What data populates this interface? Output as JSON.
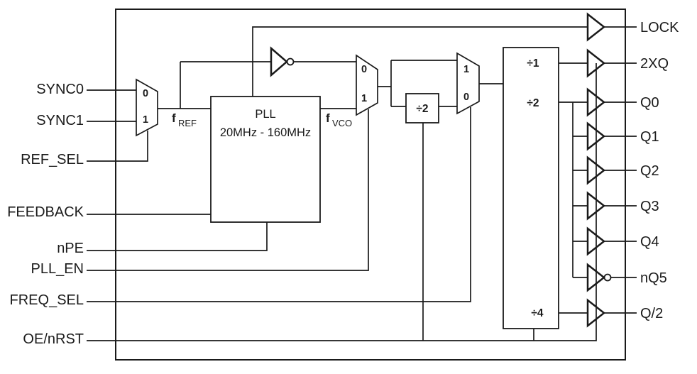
{
  "colors": {
    "line": "#1a1a1a",
    "background": "#ffffff"
  },
  "left_inputs": {
    "sync0": "SYNC0",
    "sync1": "SYNC1",
    "ref_sel": "REF_SEL",
    "feedback": "FEEDBACK",
    "npe": "nPE",
    "pll_en": "PLL_EN",
    "freq_sel": "FREQ_SEL",
    "oe_nrst": "OE/nRST"
  },
  "right_outputs": {
    "lock": "LOCK",
    "q2x": "2XQ",
    "q0": "Q0",
    "q1": "Q1",
    "q2": "Q2",
    "q3": "Q3",
    "q4": "Q4",
    "nq5": "nQ5",
    "q_half": "Q/2"
  },
  "blocks": {
    "ref_mux": {
      "in0": "0",
      "in1": "1"
    },
    "pll": {
      "title": "PLL",
      "range": "20MHz - 160MHz"
    },
    "f_ref": {
      "base": "f",
      "sub": "REF"
    },
    "f_vco": {
      "base": "f",
      "sub": "VCO"
    },
    "bypass_mux": {
      "in0": "0",
      "in1": "1"
    },
    "pre_divider": {
      "label": "÷2"
    },
    "freq_mux": {
      "in1": "1",
      "in0": "0"
    },
    "output_divider": {
      "div1": "÷1",
      "div2": "÷2",
      "div4": "÷4"
    }
  }
}
